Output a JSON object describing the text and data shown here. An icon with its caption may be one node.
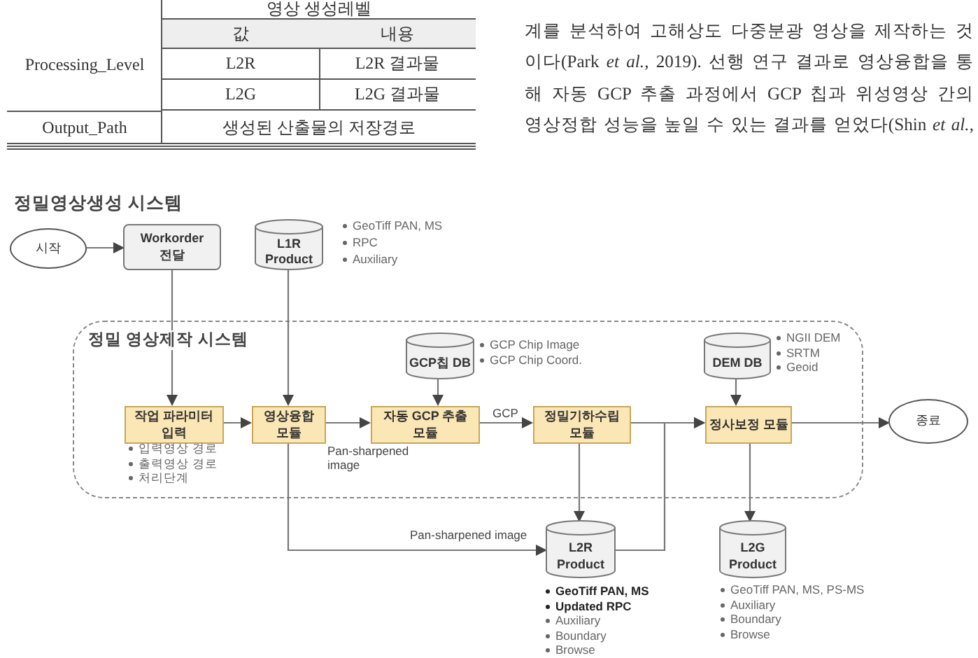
{
  "diagram": {
    "title": "정밀영상생성 시스템",
    "nodes": [
      {
        "text": [
          "시작"
        ]
      },
      {
        "text": [
          "Workorder 전달"
        ]
      },
      {
        "text": [
          "L1R Product"
        ],
        "beside": [
          "GeoTiff PAN, MS",
          "RPC",
          "Auxiliary"
        ]
      },
      {
        "text": [
          "정밀 영상제작 시스템"
        ]
      },
      {
        "text": [
          "작업 파라미터 입력"
        ],
        "in": 3,
        "beside": [
          "입력영상 경로",
          "출력영상 경로",
          "처리단계"
        ]
      },
      {
        "text": [
          "영상융합 모듈"
        ],
        "in": 3
      },
      {
        "text": [
          "GCP칩 DB"
        ],
        "in": 3,
        "beside": [
          "GCP Chip Image",
          "GCP Chip Coord."
        ]
      },
      {
        "text": [
          "자동 GCP 추출 모듈"
        ],
        "in": 3
      },
      {
        "text": [
          "정밀기하수립 모듈"
        ],
        "in": 3
      },
      {
        "text": [
          "DEM DB"
        ],
        "in": 3,
        "beside": [
          "NGII DEM",
          "SRTM",
          "Geoid"
        ]
      },
      {
        "text": [
          "정사보정 모듈"
        ],
        "in": 3
      },
      {
        "text": [
          "종료"
        ]
      },
      {
        "text": [
          "L2R Product"
        ],
        "beside": [
          "GeoTiff PAN, MS",
          "Updated RPC",
          "Auxiliary",
          "Boundary",
          "Browse"
        ]
      },
      {
        "text": [
          "L2G Product"
        ],
        "beside": [
          "GeoTiff PAN, MS, PS-MS",
          "Auxiliary",
          "Boundary",
          "Browse"
        ]
      }
    ],
    "edges": [
      {
        "from": 0,
        "to": 1,
        "arrow": "to"
      },
      {
        "from": 1,
        "to": 4,
        "arrow": "to"
      },
      {
        "from": 2,
        "to": 5,
        "arrow": "to"
      },
      {
        "from": 4,
        "to": 5,
        "arrow": "to"
      },
      {
        "from": 5,
        "to": 7,
        "arrow": "to",
        "label": "Pan-sharpened image"
      },
      {
        "from": 6,
        "to": 7,
        "arrow": "to"
      },
      {
        "from": 7,
        "to": 8,
        "arrow": "to",
        "label": "GCP"
      },
      {
        "from": 8,
        "to": 12,
        "arrow": "to"
      },
      {
        "from": 5,
        "to": 12,
        "arrow": "to",
        "label": "Pan-sharpened image"
      },
      {
        "from": 8,
        "to": 10,
        "arrow": "to"
      },
      {
        "from": 12,
        "to": 10,
        "arrow": "to"
      },
      {
        "from": 9,
        "to": 10,
        "arrow": "to"
      },
      {
        "from": 10,
        "to": 11,
        "arrow": "to"
      },
      {
        "from": 10,
        "to": 13,
        "arrow": "to"
      }
    ],
    "labels": [
      "영상 생성레벨",
      "Processing_Level",
      "값",
      "내용",
      "L2R",
      "L2R 결과물",
      "L2G",
      "L2G 결과물",
      "Output_Path",
      "생성된 산출물의 저장경로",
      "계를 분석하여 고해상도 다중분광 영상을 제작하는 것",
      "이다(Park *et al.*, 2019). 선행 연구 결과로 영상융합을 통",
      "해 자동 GCP 추출 과정에서 GCP 칩과 위성영상 간의",
      "영상정합 성능을 높일 수 있는 결과를 얻었다(Shin *et al.*,"
    ]
  }
}
